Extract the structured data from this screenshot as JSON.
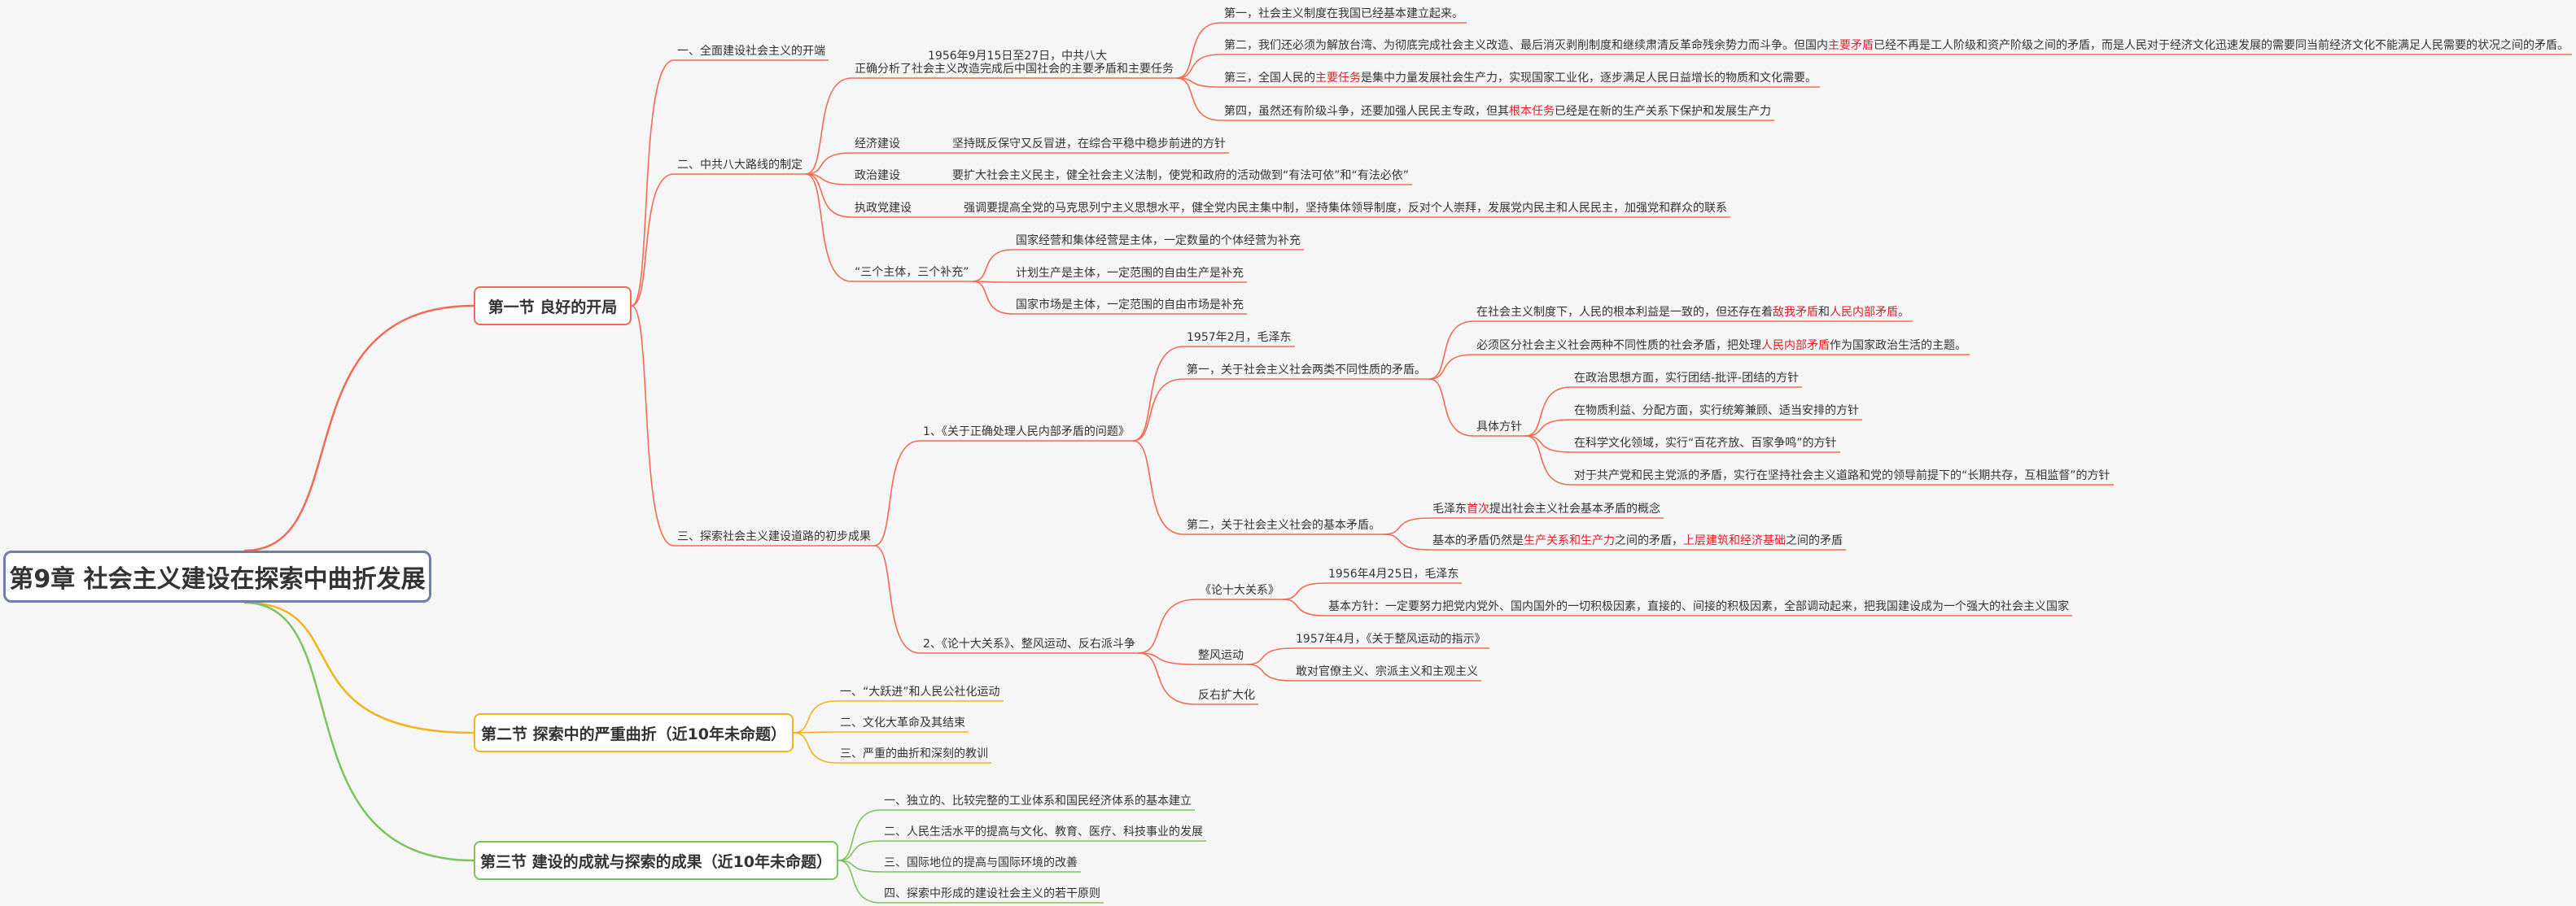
{
  "root": {
    "title": "第9章 社会主义建设在探索中曲折发展"
  },
  "colors": {
    "red": "#f26b55",
    "orange": "#f2b320",
    "green": "#7cc55d",
    "highlight": "#e0202c",
    "root_border": "#6f7fa8"
  },
  "sections": [
    {
      "title": "第一节 良好的开局"
    },
    {
      "title": "第二节 探索中的严重曲折（近10年未命题）"
    },
    {
      "title": "第三节 建设的成就与探索的成果（近10年未命题）"
    }
  ],
  "s1": {
    "a": "一、全面建设社会主义的开端",
    "b": {
      "title": "二、中共八大路线的制定",
      "date": "1956年9月15日至27日，中共八大",
      "analysis": "正确分析了社会主义改造完成后中国社会的主要矛盾和主要任务",
      "points": [
        [
          "第一，社会主义制度在我国已经基本建立起来。"
        ],
        [
          "第二，我们还必须为解放台湾、为彻底完成社会主义改造、最后消灭剥削制度和继续肃清反革命残余势力而斗争。但国内",
          {
            "h": "主要矛盾"
          },
          "已经不再是工人阶级和资产阶级之间的矛盾，而是人民对于经济文化迅速发展的需要同当前经济文化不能满足人民需要的状况之间的矛盾。"
        ],
        [
          "第三，全国人民的",
          {
            "h": "主要任务"
          },
          "是集中力量发展社会生产力，实现国家工业化，逐步满足人民日益增长的物质和文化需要。"
        ],
        [
          "第四，虽然还有阶级斗争，还要加强人民民主专政，但其",
          {
            "h": "根本任务"
          },
          "已经是在新的生产关系下保护和发展生产力"
        ]
      ],
      "eco": {
        "label": "经济建设",
        "text": "坚持既反保守又反冒进，在综合平稳中稳步前进的方针"
      },
      "pol": {
        "label": "政治建设",
        "text": "要扩大社会主义民主，健全社会主义法制，使党和政府的活动做到“有法可依”和“有法必依”"
      },
      "party": {
        "label": "执政党建设",
        "text": "强调要提高全党的马克思列宁主义思想水平，健全党内民主集中制，坚持集体领导制度，反对个人崇拜，发展党内民主和人民民主，加强党和群众的联系"
      },
      "three": {
        "label": "“三个主体，三个补充”",
        "items": [
          "国家经营和集体经营是主体，一定数量的个体经营为补充",
          "计划生产是主体，一定范围的自由生产是补充",
          "国家市场是主体，一定范围的自由市场是补充"
        ]
      }
    },
    "c": {
      "title": "三、探索社会主义建设道路的初步成果",
      "one": {
        "title": "1、《关于正确处理人民内部矛盾的问题》",
        "date": "1957年2月，毛泽东",
        "first": "第一，关于社会主义社会两类不同性质的矛盾。",
        "f1": [
          "在社会主义制度下，人民的根本利益是一致的，但还存在着",
          {
            "h": "敌我矛盾"
          },
          "和",
          {
            "h": "人民内部矛盾"
          },
          "。"
        ],
        "f2": [
          "必须区分社会主义社会两种不同性质的社会矛盾，把处理",
          {
            "h": "人民内部矛盾"
          },
          "作为国家政治生活的主题。"
        ],
        "method": "具体方针",
        "methods": [
          "在政治思想方面，实行团结-批评-团结的方针",
          "在物质利益、分配方面，实行统筹兼顾、适当安排的方针",
          "在科学文化领域，实行“百花齐放、百家争鸣”的方针",
          "对于共产党和民主党派的矛盾，实行在坚持社会主义道路和党的领导前提下的“长期共存，互相监督”的方针"
        ],
        "second": "第二，关于社会主义社会的基本矛盾。",
        "s1": [
          "毛泽东",
          {
            "h": "首次"
          },
          "提出社会主义社会基本矛盾的概念"
        ],
        "s2": [
          "基本的矛盾仍然是",
          {
            "h": "生产关系和生产力"
          },
          "之间的矛盾，",
          {
            "h": "上层建筑和经济基础"
          },
          "之间的矛盾"
        ]
      },
      "two": {
        "title": "2、《论十大关系》、整风运动、反右派斗争",
        "ten": {
          "label": "《论十大关系》",
          "date": "1956年4月25日，毛泽东",
          "text": "基本方针：一定要努力把党内党外、国内国外的一切积极因素，直接的、间接的积极因素，全部调动起来，把我国建设成为一个强大的社会主义国家"
        },
        "zf": {
          "label": "整风运动",
          "a": "1957年4月，《关于整风运动的指示》",
          "b": "敢对官僚主义、宗派主义和主观主义"
        },
        "fy": {
          "label": "反右扩大化"
        }
      }
    }
  },
  "s2": [
    "一、“大跃进”和人民公社化运动",
    "二、文化大革命及其结束",
    "三、严重的曲折和深刻的教训"
  ],
  "s3": [
    "一、独立的、比较完整的工业体系和国民经济体系的基本建立",
    "二、人民生活水平的提高与文化、教育、医疗、科技事业的发展",
    "三、国际地位的提高与国际环境的改善",
    "四、探索中形成的建设社会主义的若干原则"
  ]
}
